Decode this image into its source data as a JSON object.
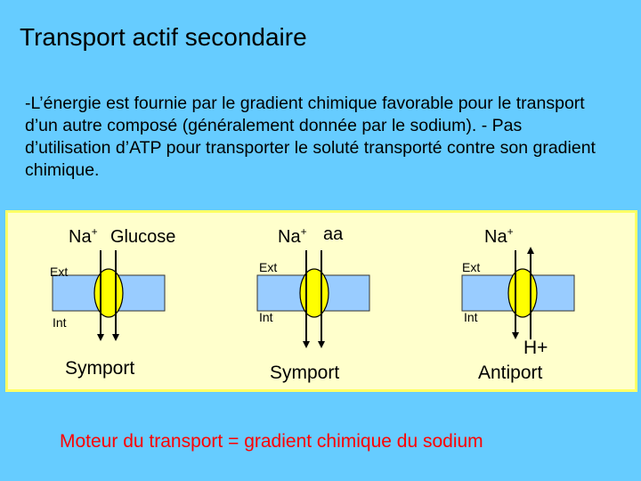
{
  "slide": {
    "title": "Transport actif secondaire",
    "paragraph": "-L’énergie est fournie par le gradient chimique favorable pour le transport d’un autre composé (généralement donnée par le sodium). - Pas d’utilisation d’ATP pour transporter le soluté transporté contre son gradient chimique.",
    "footer": "Moteur du transport = gradient chimique du sodium"
  },
  "colors": {
    "background": "#66ccff",
    "panel": "#ffffcc",
    "panel_border": "#ffff66",
    "membrane": "#99ccff",
    "carrier": "#ffff00",
    "footer_text": "#ff0000"
  },
  "diagrams": [
    {
      "ion": "Na",
      "ion_charge": "+",
      "cotransported": "Glucose",
      "ext_label": "Ext",
      "int_label": "Int",
      "type_label": "Symport",
      "counter_ion": ""
    },
    {
      "ion": "Na",
      "ion_charge": "+",
      "cotransported": "aa",
      "ext_label": "Ext",
      "int_label": "Int",
      "type_label": "Symport",
      "counter_ion": ""
    },
    {
      "ion": "Na",
      "ion_charge": "+",
      "cotransported": "",
      "ext_label": "Ext",
      "int_label": "Int",
      "type_label": "Antiport",
      "counter_ion": "H+"
    }
  ]
}
